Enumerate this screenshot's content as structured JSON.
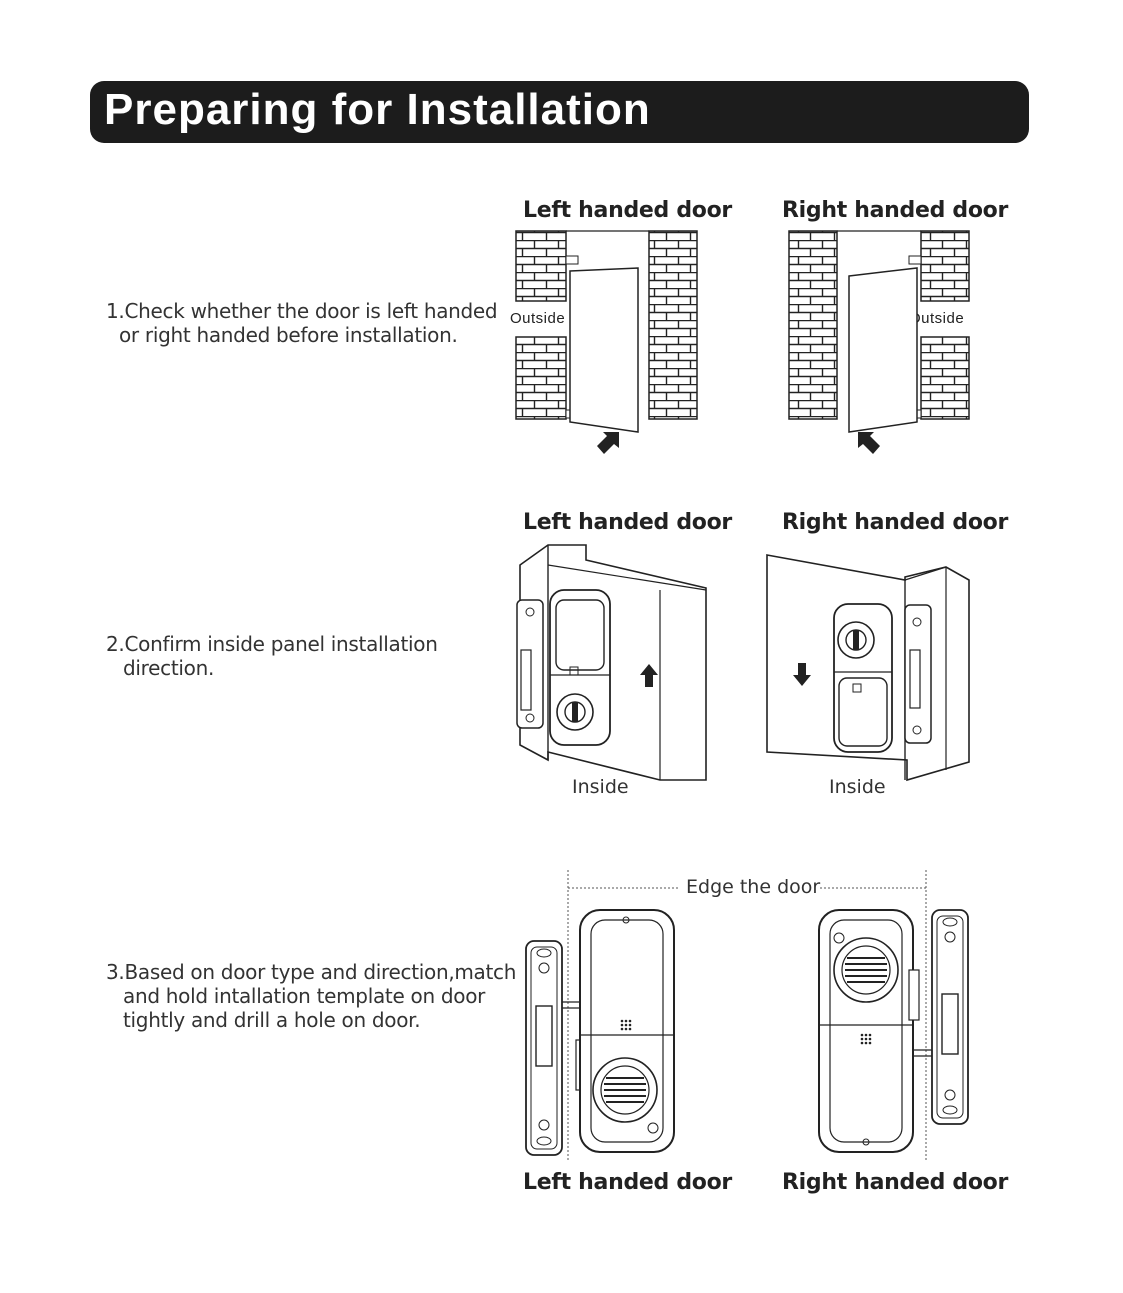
{
  "title": "Preparing for Installation",
  "steps": [
    {
      "line1": "1.Check whether the door is left handed",
      "line2": "or right handed before installation."
    },
    {
      "line1": "2.Confirm inside panel installation",
      "line2": "direction."
    },
    {
      "line1": "3.Based on door type and direction,match",
      "line2": "and hold intallation template on door",
      "line3": "tightly and drill a hole on door."
    }
  ],
  "labels": {
    "left_door": "Left handed door",
    "right_door": "Right handed door",
    "outside": "Outside",
    "inside": "Inside",
    "edge": "Edge the door"
  }
}
